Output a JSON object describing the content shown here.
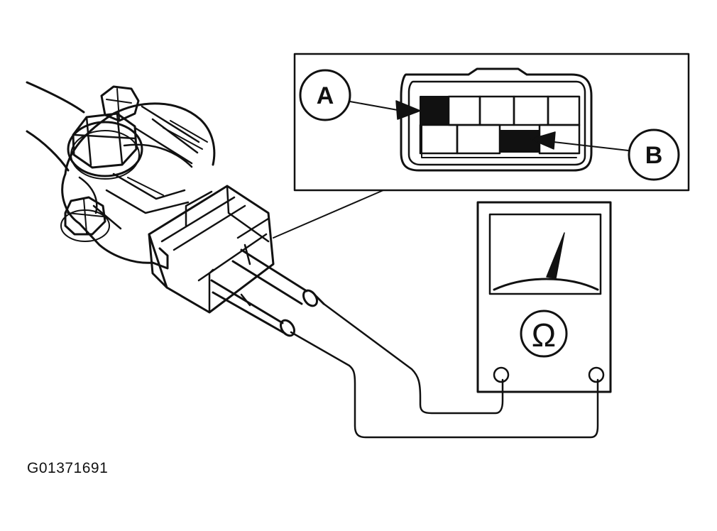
{
  "diagram": {
    "callouts": [
      {
        "id": "a",
        "label": "A"
      },
      {
        "id": "b",
        "label": "B"
      }
    ],
    "meter_symbol": "Ω",
    "figure_id": "G01371691",
    "colors": {
      "ink": "#111111",
      "paper": "#ffffff"
    }
  }
}
